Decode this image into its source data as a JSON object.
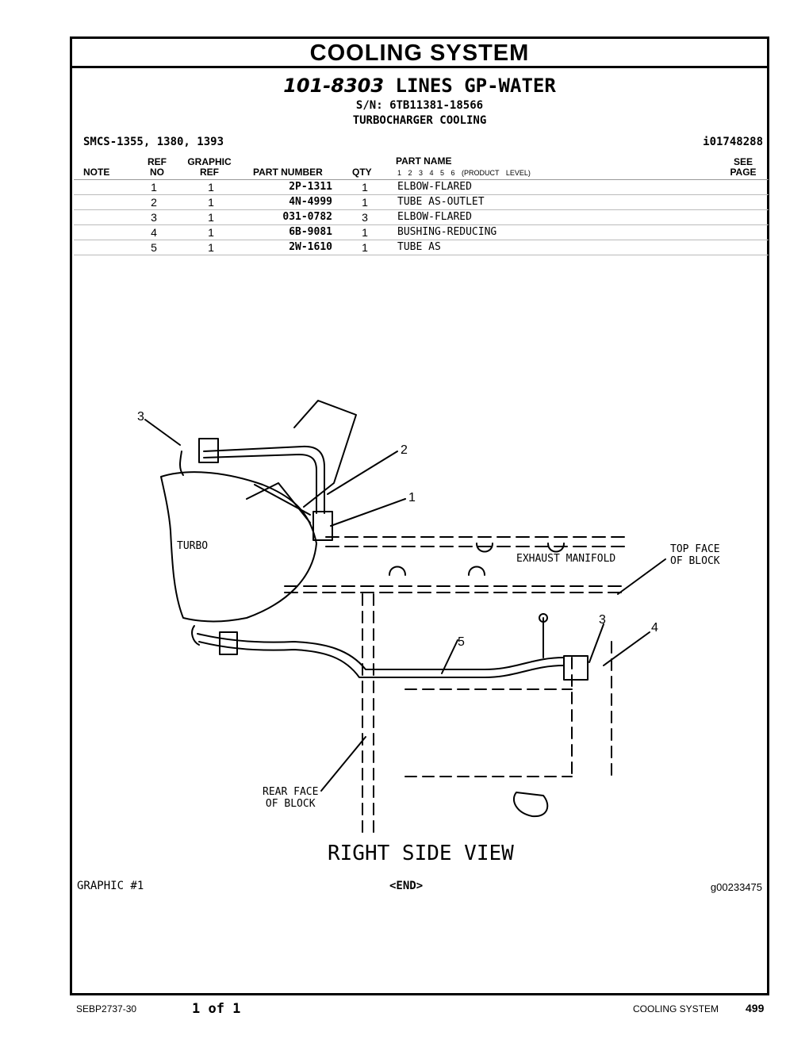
{
  "header": {
    "section_title": "COOLING SYSTEM",
    "group_number": "101-8303",
    "group_name": "LINES GP-WATER",
    "serial": "S/N: 6TB11381-18566",
    "subtitle": "TURBOCHARGER COOLING",
    "smcs": "SMCS-1355, 1380, 1393",
    "doc_id": "i01748288"
  },
  "table": {
    "columns": {
      "note": "NOTE",
      "ref_top": "REF",
      "ref_bottom": "NO",
      "graphic_top": "GRAPHIC",
      "graphic_bottom": "REF",
      "part_number": "PART NUMBER",
      "qty": "QTY",
      "part_name": "PART NAME",
      "product_levels": "1 2 3 4 5 6 (PRODUCT LEVEL)",
      "see_top": "SEE",
      "see_bottom": "PAGE"
    },
    "rows": [
      {
        "ref": "1",
        "graphic": "1",
        "part_number": "2P-1311",
        "qty": "1",
        "name": "ELBOW-FLARED"
      },
      {
        "ref": "2",
        "graphic": "1",
        "part_number": "4N-4999",
        "qty": "1",
        "name": "TUBE AS-OUTLET"
      },
      {
        "ref": "3",
        "graphic": "1",
        "part_number": "031-0782",
        "qty": "3",
        "name": "ELBOW-FLARED"
      },
      {
        "ref": "4",
        "graphic": "1",
        "part_number": "6B-9081",
        "qty": "1",
        "name": "BUSHING-REDUCING"
      },
      {
        "ref": "5",
        "graphic": "1",
        "part_number": "2W-1610",
        "qty": "1",
        "name": "TUBE AS"
      }
    ]
  },
  "drawing": {
    "labels": {
      "turbo": "TURBO",
      "exhaust": "EXHAUST MANIFOLD",
      "top_face_1": "TOP FACE",
      "top_face_2": "OF BLOCK",
      "rear_face_1": "REAR FACE",
      "rear_face_2": "OF BLOCK",
      "view": "RIGHT SIDE VIEW",
      "callout_3a": "3",
      "callout_2": "2",
      "callout_1": "1",
      "callout_3b": "3",
      "callout_4": "4",
      "callout_5": "5"
    }
  },
  "graphic_footer": {
    "graphic": "GRAPHIC #1",
    "end": "<END>",
    "graphic_id": "g00233475"
  },
  "page_footer": {
    "doc": "SEBP2737-30",
    "pages": "1 of 1",
    "section": "COOLING SYSTEM",
    "page_number": "499"
  }
}
